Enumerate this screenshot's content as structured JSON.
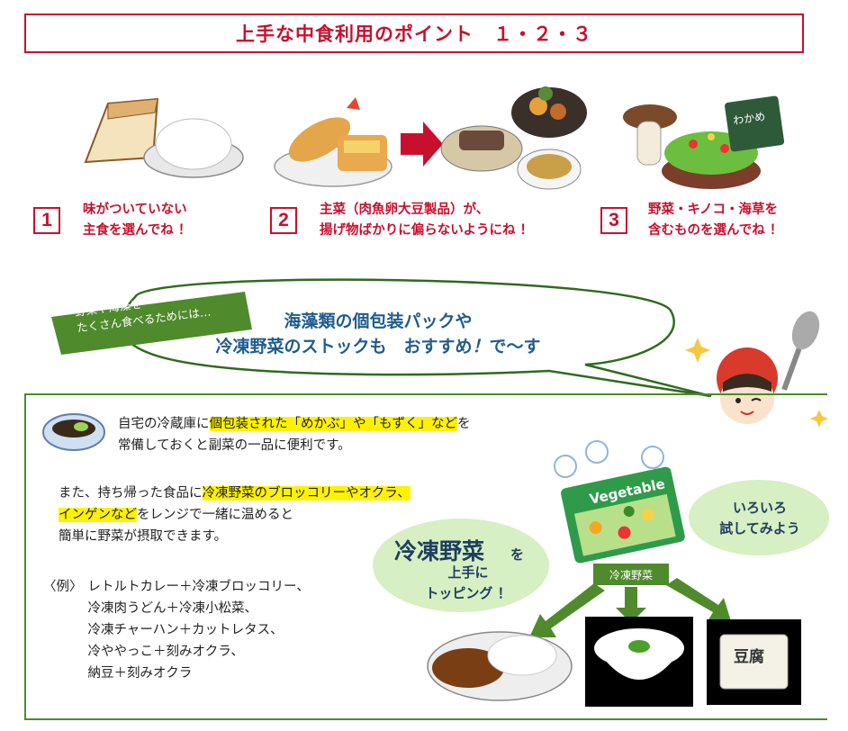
{
  "title": "上手な中食利用のポイント　１・２・３",
  "points": [
    {
      "num": "1",
      "line1": "味がついていない",
      "line2": "主食を選んでね ！"
    },
    {
      "num": "2",
      "line1": "主菜（肉魚卵大豆製品）が、",
      "line2": "揚げ物ばかりに偏らないようにね ！"
    },
    {
      "num": "3",
      "line1": "野菜・キノコ・海草を",
      "line2": "含むものを選んでね ！"
    }
  ],
  "banner": {
    "tag_line1": "野菜や海藻を",
    "tag_line2": "たくさん食べるためには…",
    "line1": "海藻類の個包装パックや",
    "line2_a": "冷凍野菜のストックも　おすすめ",
    "line2_b": "！",
    "line2_c": "で～す"
  },
  "intro1": {
    "l1_a": "自宅の冷蔵庫に",
    "l1_hl": "個包装された「めかぶ」や「もずく」など",
    "l1_b": "を",
    "l2": "常備しておくと副菜の一品に便利です。"
  },
  "intro2": {
    "l1_a": "また、持ち帰った食品に",
    "l1_hl": "冷凍野菜のブロッコリーやオクラ、",
    "l2_hl": "インゲンなど",
    "l2_b": "をレンジで一緒に温めると",
    "l3": "簡単に野菜が摂取できます。"
  },
  "examples": {
    "prefix": "〈例〉",
    "items": [
      "レトルトカレー＋冷凍ブロッコリー、",
      "冷凍肉うどん＋冷凍小松菜、",
      "冷凍チャーハン＋カットレタス、",
      "冷ややっこ＋刻みオクラ、",
      "納豆＋刻みオクラ"
    ]
  },
  "frozen_bubble": {
    "big": "冷凍野菜",
    "wo": "を",
    "line2": "上手に",
    "line3": "トッピング ！"
  },
  "try_bubble": {
    "line1": "いろいろ",
    "line2": "試してみよう"
  },
  "frozen_tag": "冷凍野菜",
  "package_label": "Vegetable",
  "tofu_label": "豆腐",
  "wakame_label": "わかめ",
  "colors": {
    "red": "#c8102e",
    "green": "#4f8a2c",
    "blue": "#1f5c8c",
    "highlight": "#fff200"
  }
}
